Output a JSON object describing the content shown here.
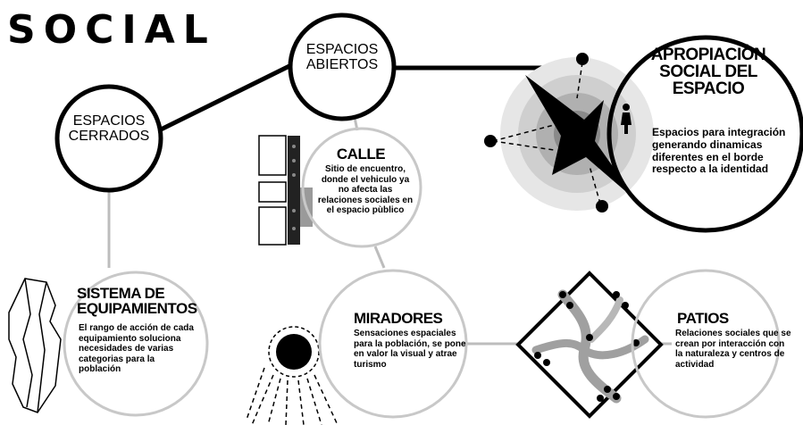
{
  "title": "SOCIAL",
  "nodes": {
    "espacios_cerrados": "ESPACIOS CERRADOS",
    "espacios_abiertos": "ESPACIOS ABIERTOS",
    "apropiacion": {
      "title": "APROPIACIÒN SOCIAL DEL ESPACIO",
      "desc": "Espacios para integración generando dinamicas diferentes en el borde respecto a la identidad"
    },
    "calle": {
      "title": "CALLE",
      "desc": "Sitio de encuentro, donde el vehiculo ya no afecta las relaciones sociales en el espacio pùblico"
    },
    "sistema": {
      "title": "SISTEMA DE EQUIPAMIENTOS",
      "desc": "El rango de acción de cada equipamiento soluciona necesidades de varias categorias para la población"
    },
    "miradores": {
      "title": "MIRADORES",
      "desc": "Sensaciones espaciales para la población, se pone en valor la visual y atrae turismo"
    },
    "patios": {
      "title": "PATIOS",
      "desc": "Relaciones sociales que se crean por interacción con la naturaleza y centros de actividad"
    }
  }
}
